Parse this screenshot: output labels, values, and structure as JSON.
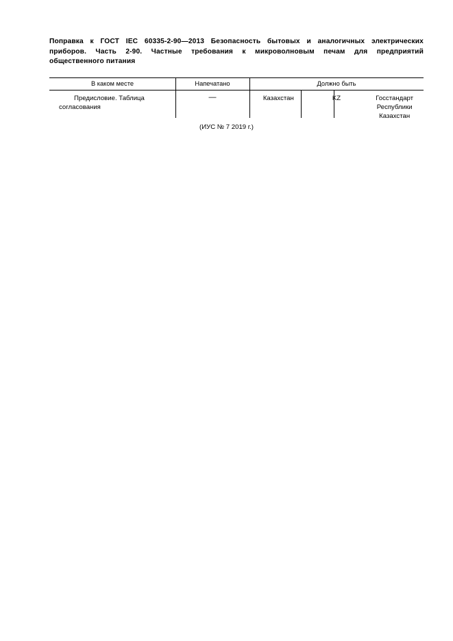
{
  "document": {
    "title_lines": [
      "Поправка к ГОСТ IEC 60335-2-90—2013 Безопасность бытовых и аналогичных электрических",
      "приборов. Часть 2-90. Частные требования к микроволновым печам для предприятий",
      "общественного питания"
    ],
    "footer": "(ИУС № 7  2019 г.)"
  },
  "table": {
    "headers": {
      "where": "В каком месте",
      "printed": "Напечатано",
      "should_be": "Должно быть"
    },
    "rows": [
      {
        "where": "Предисловие. Таблица согласования",
        "printed": "—",
        "should_be": {
          "country": "Казахстан",
          "code": "KZ",
          "authority_line1": "Госстандарт",
          "authority_line2": "Республики Казахстан"
        }
      }
    ]
  },
  "colors": {
    "page_background": "#ffffff",
    "text": "#000000",
    "rule": "#000000"
  }
}
